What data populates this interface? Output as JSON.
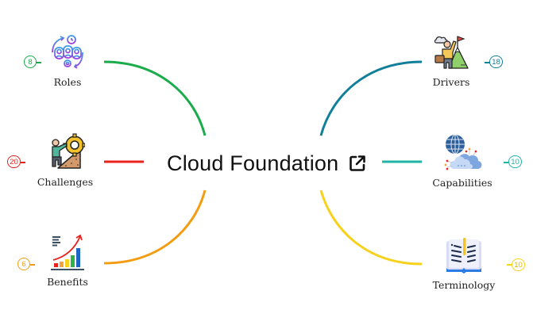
{
  "center": {
    "title": "Cloud Foundation",
    "icon": "external-link-icon"
  },
  "nodes": {
    "roles": {
      "label": "Roles",
      "count": "8",
      "color": "#1aab4a",
      "icon": "team-roles-icon"
    },
    "challenges": {
      "label": "Challenges",
      "count": "20",
      "color": "#e8221c",
      "icon": "climber-gear-icon"
    },
    "benefits": {
      "label": "Benefits",
      "count": "6",
      "color": "#f39c12",
      "icon": "growth-chart-icon"
    },
    "drivers": {
      "label": "Drivers",
      "count": "18",
      "color": "#127f9a",
      "icon": "mountain-flag-icon"
    },
    "capabilities": {
      "label": "Capabilities",
      "count": "10",
      "color": "#1fb5a6",
      "icon": "globe-cloud-icon"
    },
    "terminology": {
      "label": "Terminology",
      "count": "10",
      "color": "#f7d21c",
      "icon": "open-book-icon"
    }
  }
}
